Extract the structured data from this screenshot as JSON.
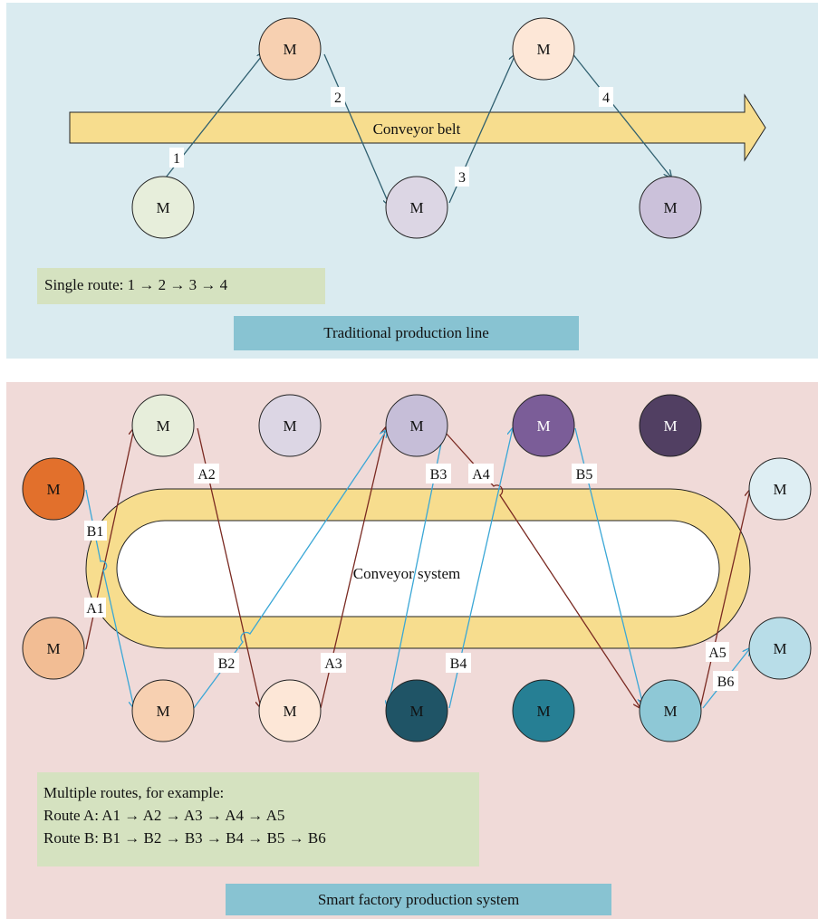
{
  "colors": {
    "panel_top": "#daebf0",
    "panel_bottom": "#f0dad8",
    "belt": "#f7dd8e",
    "route_box": "#d5e2c0",
    "title_box": "#88c3d2",
    "route_a": "#7a2a22",
    "route_b": "#3aa7d6",
    "route_top": "#2f5f6f"
  },
  "top": {
    "belt_label": "Conveyor belt",
    "machine_label": "M",
    "machine_colors": [
      "#e7eedb",
      "#f7d0b1",
      "#dcd6e4",
      "#fde7d7",
      "#cbc1da"
    ],
    "step_labels": [
      "1",
      "2",
      "3",
      "4"
    ],
    "route_text": "Single route: 1 → 2 → 3 → 4",
    "title": "Traditional production line"
  },
  "bottom": {
    "conveyor_label": "Conveyor system",
    "machine_label": "M",
    "machine_colors": [
      "#e7eedb",
      "#dcd6e4",
      "#c6bed8",
      "#7b5d98",
      "#513f62",
      "#e2702c",
      "#deeef3",
      "#f2bd94",
      "#b8dde8",
      "#f7d0b1",
      "#fde7d7",
      "#1f5466",
      "#267f94",
      "#8ec8d6"
    ],
    "route_a_labels": [
      "A1",
      "A2",
      "A3",
      "A4",
      "A5"
    ],
    "route_b_labels": [
      "B1",
      "B2",
      "B3",
      "B4",
      "B5",
      "B6"
    ],
    "routes_heading": "Multiple routes, for example:",
    "route_a_text": "Route A: A1 → A2 → A3 → A4 → A5",
    "route_b_text": "Route B: B1 → B2 → B3 → B4 → B5 → B6",
    "title": "Smart factory production system"
  }
}
